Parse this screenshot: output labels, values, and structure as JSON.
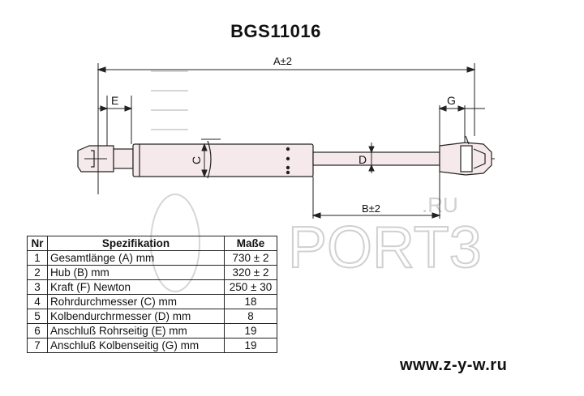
{
  "title": "BGS11016",
  "dimension_labels": {
    "A": "A±2",
    "B": "B±2",
    "C": "C",
    "D": "D",
    "E": "E",
    "G": "G"
  },
  "table": {
    "headers": [
      "Nr",
      "Spezifikation",
      "Maße"
    ],
    "rows": [
      {
        "nr": "1",
        "spec": "Gesamtlänge (A) mm",
        "value": "730 ± 2"
      },
      {
        "nr": "2",
        "spec": "Hub (B)  mm",
        "value": "320 ± 2"
      },
      {
        "nr": "3",
        "spec": "Kraft (F) Newton",
        "value": "250 ± 30"
      },
      {
        "nr": "4",
        "spec": "Rohrdurchmesser (C) mm",
        "value": "18"
      },
      {
        "nr": "5",
        "spec": "Kolbendurchrmesser (D) mm",
        "value": "8"
      },
      {
        "nr": "6",
        "spec": "Anschluß Rohrseitig (E) mm",
        "value": "19"
      },
      {
        "nr": "7",
        "spec": "Anschluß Kolbenseitig (G) mm",
        "value": "19"
      }
    ]
  },
  "watermark": {
    "text": "PORT3",
    "suffix": ".RU"
  },
  "website": "www.z-y-w.ru",
  "colors": {
    "watermark": "#d6d6d6",
    "part_fill": "#f6e9ec",
    "line": "#222222"
  }
}
